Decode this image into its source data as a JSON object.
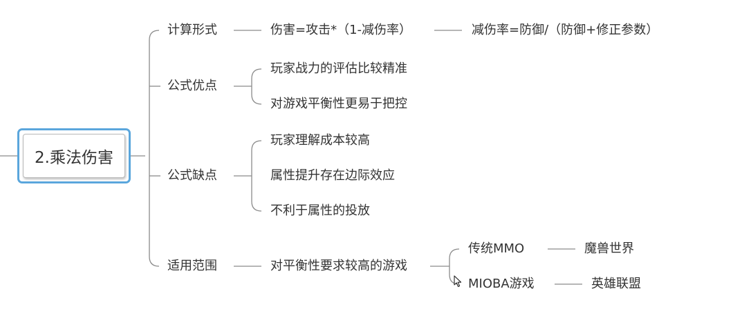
{
  "root": {
    "label": "2.乘法伤害"
  },
  "branches": [
    {
      "label": "计算形式",
      "children": [
        {
          "label": "伤害=攻击*（1-减伤率）",
          "children": [
            {
              "label": "减伤率=防御/（防御+修正参数）"
            }
          ]
        }
      ]
    },
    {
      "label": "公式优点",
      "children": [
        {
          "label": "玩家战力的评估比较精准"
        },
        {
          "label": "对游戏平衡性更易于把控"
        }
      ]
    },
    {
      "label": "公式缺点",
      "children": [
        {
          "label": "玩家理解成本较高"
        },
        {
          "label": "属性提升存在边际效应"
        },
        {
          "label": "不利于属性的投放"
        }
      ]
    },
    {
      "label": "适用范围",
      "children": [
        {
          "label": "对平衡性要求较高的游戏",
          "children": [
            {
              "label": "传统MMO",
              "children": [
                {
                  "label": "魔兽世界"
                }
              ]
            },
            {
              "label": "MIOBA游戏",
              "children": [
                {
                  "label": "英雄联盟"
                }
              ]
            }
          ]
        }
      ]
    }
  ],
  "colors": {
    "line": "#8a8a8a",
    "text": "#333333",
    "root_border": "#5aa6dc"
  },
  "icons": {
    "cursor": "mouse-pointer-icon"
  }
}
